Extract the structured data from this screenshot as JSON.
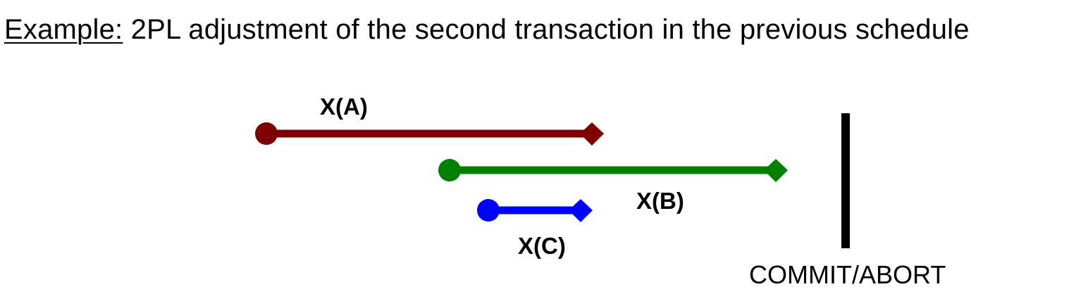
{
  "title": {
    "prefix": "Example:",
    "text": " 2PL adjustment of the second transaction in the previous schedule"
  },
  "locks": [
    {
      "id": "A",
      "label": "X(A)",
      "color": "#7f0000"
    },
    {
      "id": "B",
      "label": "X(B)",
      "color": "#008000"
    },
    {
      "id": "C",
      "label": "X(C)",
      "color": "#0000ff"
    }
  ],
  "commit": {
    "label": "COMMIT/ABORT",
    "color": "#000000"
  }
}
